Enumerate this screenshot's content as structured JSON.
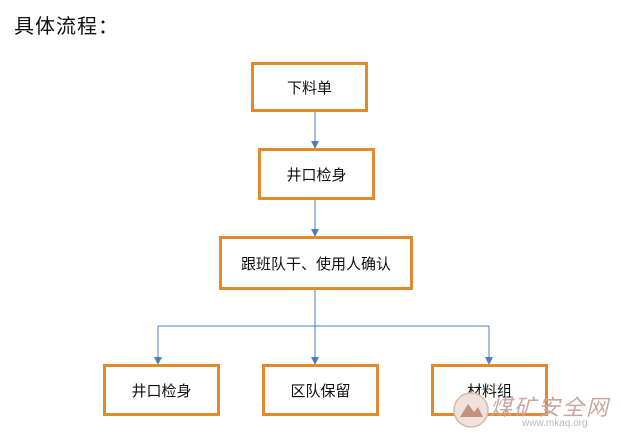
{
  "heading": "具体流程：",
  "nodes": {
    "n1": "下料单",
    "n2": "井口检身",
    "n3": "跟班队干、使用人确认",
    "n4": "井口检身",
    "n5": "区队保留",
    "n6": "材料组"
  },
  "colors": {
    "box_border": "#e08a2c",
    "connector": "#4f7fb8"
  },
  "watermark": {
    "text": "煤矿安全网",
    "url": "www.mkaq.org"
  }
}
